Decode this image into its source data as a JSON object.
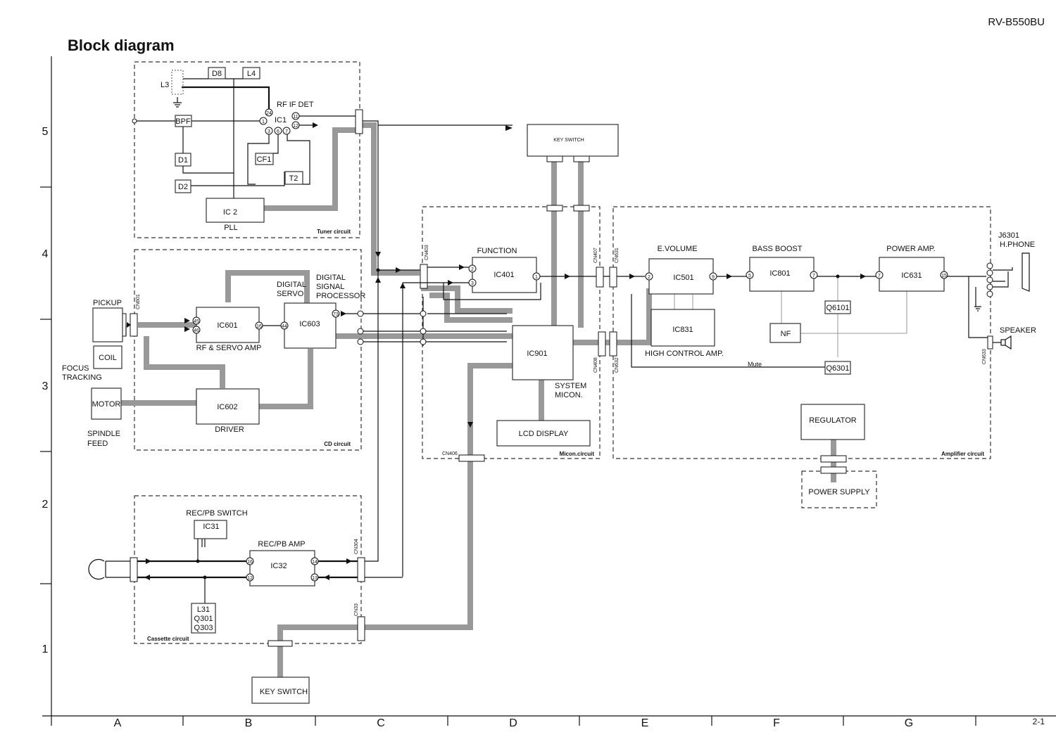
{
  "header": {
    "model": "RV-B550BU",
    "title": "Block diagram",
    "page": "2-1"
  },
  "rows": [
    "5",
    "4",
    "3",
    "2",
    "1"
  ],
  "cols": [
    "A",
    "B",
    "C",
    "D",
    "E",
    "F",
    "G"
  ],
  "circuits": {
    "tuner": "Tuner circuit",
    "cd": "CD circuit",
    "cassette": "Cassette circuit",
    "micon": "Micon.circuit",
    "amp": "Amplifier circuit"
  },
  "tuner": {
    "d8": "D8",
    "l4": "L4",
    "l3": "L3",
    "bpf": "BPF",
    "d1": "D1",
    "d2": "D2",
    "cf1": "CF1",
    "t2": "T2",
    "rf_if_det": "RF IF DET",
    "ic1": "IC1",
    "ic2": "IC 2",
    "pll": "PLL",
    "pins": {
      "p24": "24",
      "p1": "1",
      "p3": "3",
      "p6": "6",
      "p7": "7",
      "p11": "11",
      "p12": "12"
    }
  },
  "cd": {
    "pickup": "PICKUP",
    "coil": "COIL",
    "focus": "FOCUS",
    "tracking": "TRACKING",
    "motor": "MOTOR",
    "spindle": "SPINDLE",
    "feed": "FEED",
    "ic601": "IC601",
    "rf_servo": "RF & SERVO AMP",
    "ic603": "IC603",
    "digital_servo_1": "DIGITAL",
    "digital_servo_2": "SERVO",
    "dsp_1": "DIGITAL",
    "dsp_2": "SIGNAL",
    "dsp_3": "PROCESSOR",
    "ic602": "IC602",
    "driver": "DRIVER",
    "cn601": "CN601",
    "pins": {
      "p45": "45",
      "p46": "46",
      "p16": "16",
      "p44": "44",
      "p73": "73"
    }
  },
  "micon": {
    "key_switch_top": "KEY SWITCH",
    "function": "FUNCTION",
    "ic401": "IC401",
    "ic901": "IC901",
    "system_1": "SYSTEM",
    "system_2": "MICON.",
    "lcd": "LCD DISPLAY",
    "cn403": "CN403",
    "cn406": "CN406",
    "cn407": "CN407",
    "cn408": "CN408",
    "pins": {
      "p2": "2",
      "p3": "3",
      "p1": "1"
    }
  },
  "amp": {
    "evolume": "E.VOLUME",
    "ic501": "IC501",
    "ic831": "IC831",
    "high_control": "HIGH CONTROL AMP.",
    "bass_boost": "BASS BOOST",
    "ic801": "IC801",
    "nf": "NF",
    "q6101": "Q6101",
    "q6301": "Q6301",
    "mute": "Mute",
    "power_amp": "POWER AMP.",
    "ic631": "IC631",
    "j6301": "J6301",
    "hphone": "H.PHONE",
    "speaker": "SPEAKER",
    "regulator": "REGULATOR",
    "power_supply": "POWER SUPPLY",
    "cn631": "CN631",
    "cn632": "CN632",
    "cn633": "CN633",
    "pins": {
      "p2": "2",
      "p9": "9",
      "p5": "5",
      "p7": "7",
      "p7b": "7",
      "p15": "15"
    }
  },
  "cassette": {
    "rec_pb_switch": "REC/PB SWITCH",
    "ic31": "IC31",
    "rec_pb_amp": "REC/PB AMP",
    "ic32": "IC32",
    "l31": "L31",
    "q301": "Q301",
    "q303": "Q303",
    "cn304": "CN304",
    "cn33": "CN33",
    "key_switch_bottom": "KEY SWITCH",
    "pins": {
      "p16": "16",
      "p12": "12",
      "p14": "14",
      "p13": "13"
    }
  }
}
